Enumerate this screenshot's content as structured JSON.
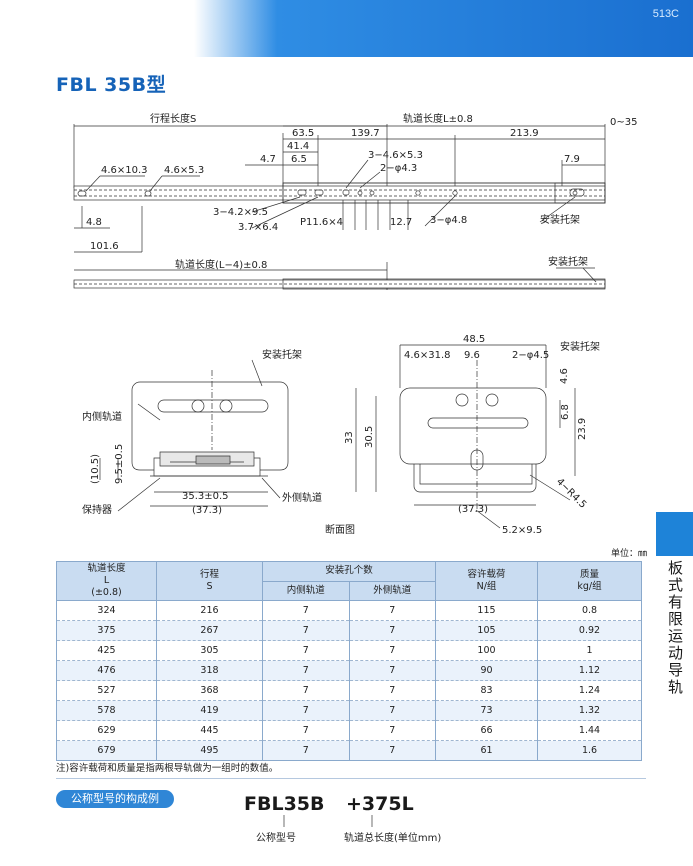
{
  "header": {
    "page_number": "513C"
  },
  "title": "FBL 35B型",
  "side_tab": {
    "label": "板式有限运动导轨"
  },
  "drawing_top": {
    "stroke_length": "行程长度S",
    "rail_length_tol": "轨道长度L±0.8",
    "d_0_35": "0~35",
    "d_63_5": "63.5",
    "d_139_7": "139.7",
    "d_213_9": "213.9",
    "d_41_4": "41.4",
    "d_4_7": "4.7",
    "d_6_5": "6.5",
    "hole_3_4_6x5_3": "3−4.6×5.3",
    "hole_2_phi4_3": "2−φ4.3",
    "d_7_9": "7.9",
    "slot_4_6x10_3": "4.6×10.3",
    "slot_4_6x5_3": "4.6×5.3",
    "slot_3_4_2x9_5": "3−4.2×9.5",
    "slot_3_7x6_4": "3.7×6.4",
    "pitch": "P11.6×4",
    "d_12_7": "12.7",
    "hole_3_phi4_8": "3−φ4.8",
    "bracket_label": "安装托架",
    "d_4_8": "4.8",
    "d_101_6": "101.6",
    "rail_length_l4": "轨道长度(L−4)±0.8",
    "bracket_label_2": "安装托架"
  },
  "drawing_section": {
    "bracket_label": "安装托架",
    "inner_rail": "内侧轨道",
    "d_10_5": "(10.5)",
    "d_9_5": "9.5±0.5",
    "d_35_3": "35.3±0.5",
    "d_37_3": "(37.3)",
    "retainer": "保持器",
    "outer_rail": "外侧轨道",
    "caption": "断面图"
  },
  "drawing_bracket": {
    "d_48_5": "48.5",
    "slot_4_6x31_8": "4.6×31.8",
    "d_9_6": "9.6",
    "hole_2_phi4_5": "2−φ4.5",
    "bracket_label": "安装托架",
    "d_4_6": "4.6",
    "d_6_8": "6.8",
    "d_23_9": "23.9",
    "d_33": "33",
    "d_30_5": "30.5",
    "radius": "4−R4.5",
    "d_37_3": "(37.3)",
    "slot_5_2x9_5": "5.2×9.5"
  },
  "table": {
    "unit_label": "单位：㎜",
    "headers": {
      "rail_length": "轨道长度",
      "rail_length_sym": "L",
      "rail_length_tol": "(±0.8)",
      "stroke": "行程",
      "stroke_sym": "S",
      "holes": "安装孔个数",
      "inner": "内侧轨道",
      "outer": "外侧轨道",
      "load": "容许载荷",
      "load_unit": "N/组",
      "mass": "质量",
      "mass_unit": "kg/组"
    },
    "rows": [
      [
        "324",
        "216",
        "7",
        "7",
        "115",
        "0.8"
      ],
      [
        "375",
        "267",
        "7",
        "7",
        "105",
        "0.92"
      ],
      [
        "425",
        "305",
        "7",
        "7",
        "100",
        "1"
      ],
      [
        "476",
        "318",
        "7",
        "7",
        "90",
        "1.12"
      ],
      [
        "527",
        "368",
        "7",
        "7",
        "83",
        "1.24"
      ],
      [
        "578",
        "419",
        "7",
        "7",
        "73",
        "1.32"
      ],
      [
        "629",
        "445",
        "7",
        "7",
        "66",
        "1.44"
      ],
      [
        "679",
        "495",
        "7",
        "7",
        "61",
        "1.6"
      ]
    ]
  },
  "note": "注)容许载荷和质量是指两根导轨做为一组时的数值。",
  "example": {
    "badge": "公称型号的构成例",
    "model": "FBL35B",
    "suffix": "+375L",
    "caption_model": "公称型号",
    "caption_length": "轨道总长度(单位mm)"
  }
}
